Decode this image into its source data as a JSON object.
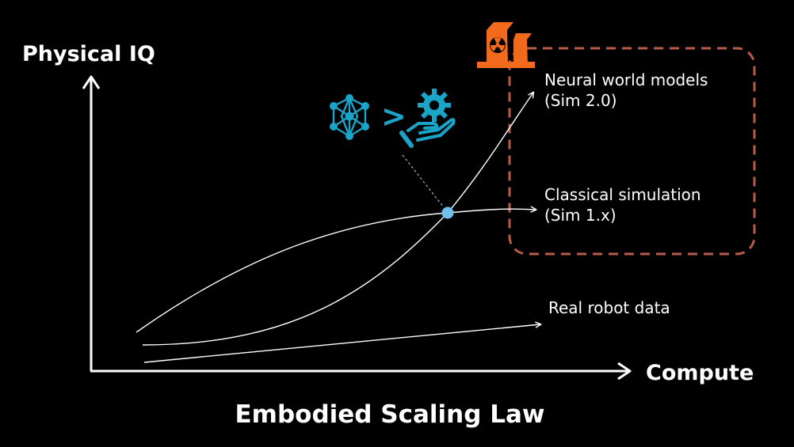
{
  "diagram": {
    "title": "Embodied Scaling Law",
    "y_axis_label": "Physical IQ",
    "x_axis_label": "Compute",
    "curves": [
      {
        "id": "neural",
        "lines": [
          "Neural world models",
          "(Sim 2.0)"
        ]
      },
      {
        "id": "classical",
        "lines": [
          "Classical simulation",
          "(Sim 1.x)"
        ]
      },
      {
        "id": "real",
        "lines": [
          "Real robot data"
        ]
      }
    ],
    "comparison_symbol": ">",
    "icons": {
      "power_plant": "nuclear-power-plant-icon",
      "neural_network": "neural-network-icon",
      "hand_gear": "hand-with-gear-icon"
    },
    "colors": {
      "background": "#000000",
      "foreground": "#ffffff",
      "accent": "#1aa4c8",
      "intersection_dot": "#6fc0ee",
      "dashed_box": "#b65c48",
      "power_plant": "#f26a1b"
    }
  }
}
